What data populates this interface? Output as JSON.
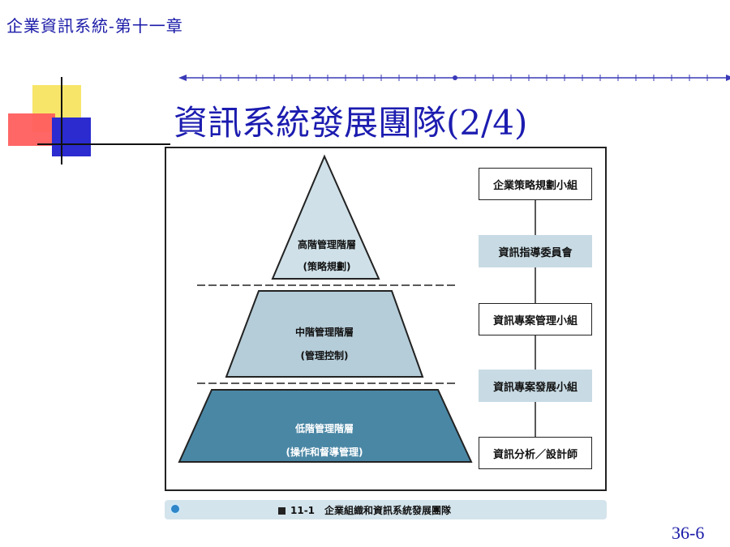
{
  "header": {
    "chapter_text": "企業資訊系統-第十一章"
  },
  "title": "資訊系統發展團隊(2/4)",
  "page_number": "36-6",
  "figure": {
    "tiers": [
      {
        "line1": "高階管理階層",
        "line2": "(策略規劃)"
      },
      {
        "line1": "中階管理階層",
        "line2": "(管理控制)"
      },
      {
        "line1": "低階管理階層",
        "line2": "(操作和督導管理)"
      }
    ],
    "boxes": [
      {
        "label": "企業策略規劃小組",
        "style": "white"
      },
      {
        "label": "資訊指導委員會",
        "style": "shaded"
      },
      {
        "label": "資訊專案管理小組",
        "style": "white"
      },
      {
        "label": "資訊專案發展小組",
        "style": "shaded"
      },
      {
        "label": "資訊分析／設計師",
        "style": "white"
      }
    ],
    "caption": "11-1　企業組織和資訊系統發展團隊"
  },
  "colors": {
    "header_text": "#1a1aa8",
    "tier_top": "#cfe0e8",
    "tier_mid": "#b5cdd9",
    "tier_bottom": "#4a87a5",
    "shaded_box": "#c8dbe4"
  }
}
